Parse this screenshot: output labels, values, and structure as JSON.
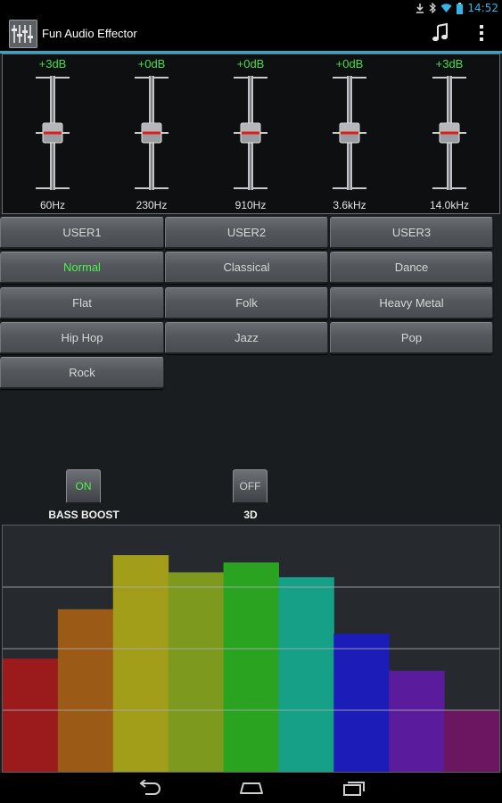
{
  "status_bar": {
    "time": "14:52",
    "time_color": "#33b5e5",
    "icons": [
      "download-icon",
      "bluetooth-icon",
      "wifi-icon",
      "battery-icon"
    ]
  },
  "action_bar": {
    "title": "Fun Audio Effector",
    "actions": [
      "music-note-icon",
      "overflow-menu-icon"
    ],
    "accent": "#33a3c7"
  },
  "equalizer": {
    "bands": [
      {
        "freq": "60Hz",
        "gain": "+3dB",
        "level": 0.5
      },
      {
        "freq": "230Hz",
        "gain": "+0dB",
        "level": 0.5
      },
      {
        "freq": "910Hz",
        "gain": "+0dB",
        "level": 0.5
      },
      {
        "freq": "3.6kHz",
        "gain": "+0dB",
        "level": 0.5
      },
      {
        "freq": "14.0kHz",
        "gain": "+3dB",
        "level": 0.5
      }
    ],
    "gain_color": "#4cdd4c"
  },
  "presets": {
    "items": [
      "USER1",
      "USER2",
      "USER3",
      "Normal",
      "Classical",
      "Dance",
      "Flat",
      "Folk",
      "Heavy Metal",
      "Hip Hop",
      "Jazz",
      "Pop",
      "Rock"
    ],
    "selected": "Normal",
    "active_color": "#4cf24c"
  },
  "effects": {
    "bass_boost": {
      "state": "ON",
      "label": "BASS BOOST"
    },
    "three_d": {
      "state": "OFF",
      "label": "3D"
    }
  },
  "visualizer": {
    "bars": [
      {
        "value": 0.46,
        "color": "#9b1b1d"
      },
      {
        "value": 0.66,
        "color": "#9c5a17"
      },
      {
        "value": 0.88,
        "color": "#a39e1a"
      },
      {
        "value": 0.81,
        "color": "#7e9a1e"
      },
      {
        "value": 0.85,
        "color": "#2aa320"
      },
      {
        "value": 0.79,
        "color": "#16a088"
      },
      {
        "value": 0.56,
        "color": "#1c1cb8"
      },
      {
        "value": 0.41,
        "color": "#5a1c9c"
      },
      {
        "value": 0.25,
        "color": "#6c1560"
      }
    ],
    "gridlines": 3
  },
  "nav_bar": {
    "buttons": [
      "back-icon",
      "home-icon",
      "recent-apps-icon"
    ]
  }
}
